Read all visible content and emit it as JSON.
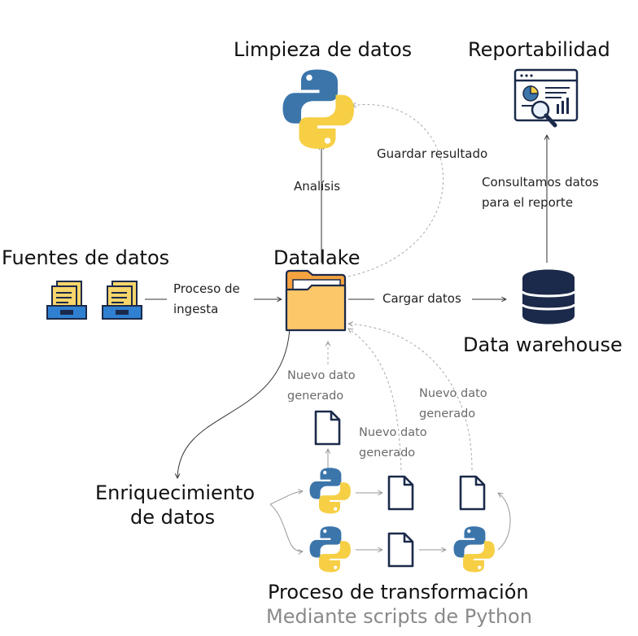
{
  "nodes": {
    "limpieza": "Limpieza de datos",
    "reportabilidad": "Reportabilidad",
    "fuentes": "Fuentes de datos",
    "datalake": "Datalake",
    "warehouse": "Data warehouse",
    "enriquecimiento_1": "Enriquecimiento",
    "enriquecimiento_2": "de datos",
    "proceso": "Proceso de transformación",
    "mediante": "Mediante scripts de Python"
  },
  "edges": {
    "analisis": "Analísis",
    "guardar": "Guardar resultado",
    "consultamos_1": "Consultamos datos",
    "consultamos_2": "para el reporte",
    "ingesta_1": "Proceso de",
    "ingesta_2": "ingesta",
    "cargar": "Cargar datos",
    "nuevo_1a": "Nuevo dato",
    "nuevo_1b": "generado",
    "nuevo_2a": "Nuevo dato",
    "nuevo_2b": "generado",
    "nuevo_3a": "Nuevo dato",
    "nuevo_3b": "generado"
  },
  "colors": {
    "python_blue": "#3b75aa",
    "python_yellow": "#f6cf45",
    "folder_orange": "#f4a340",
    "folder_front": "#fbc768",
    "navy": "#1b2a4a",
    "inbox_blue": "#2f80d1",
    "inbox_yellow": "#f7d56a"
  },
  "icons": [
    "python-icon",
    "report-dashboard-icon",
    "folder-icon",
    "database-icon",
    "inbox-tray-icon",
    "document-icon"
  ]
}
